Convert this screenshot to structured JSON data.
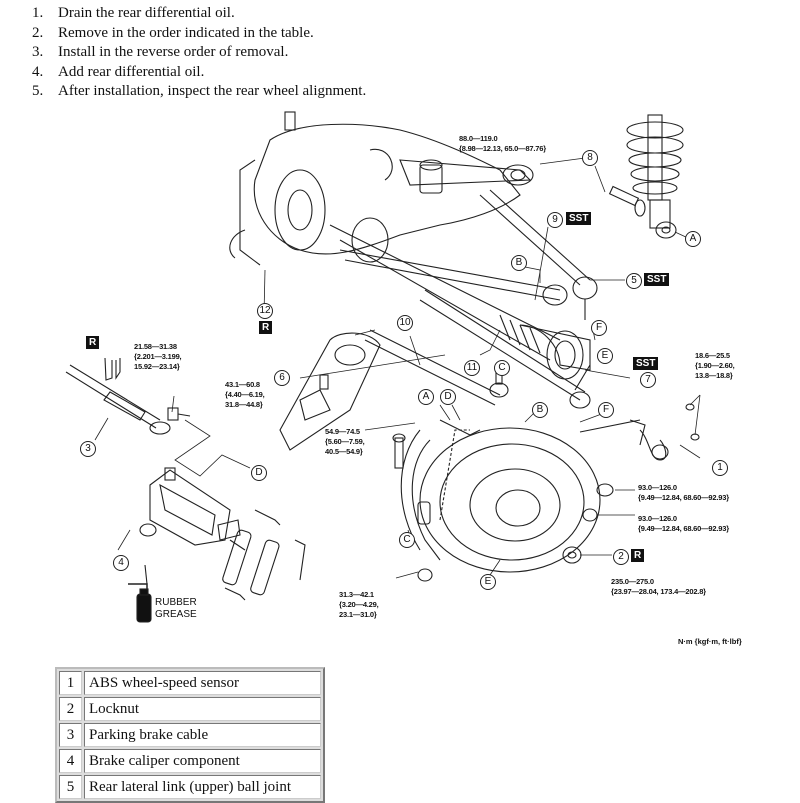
{
  "instructions": [
    {
      "num": "1.",
      "text": "Drain the rear differential oil."
    },
    {
      "num": "2.",
      "text": "Remove in the order indicated in the table."
    },
    {
      "num": "3.",
      "text": "Install in the reverse order of removal."
    },
    {
      "num": "4.",
      "text": "Add rear differential oil."
    },
    {
      "num": "5.",
      "text": "After installation, inspect the rear wheel alignment."
    }
  ],
  "diagram": {
    "torque_labels": {
      "t8": "88.0—119.0\n{8.98—12.13, 65.0—87.76}",
      "t_cable_bolt": "21.58—31.38\n{2.201—3.199,\n15.92—23.14}",
      "t6": "43.1—60.8\n{4.40—6.19,\n31.8—44.8}",
      "t_knuckle": "54.9—74.5\n{5.60—7.59,\n40.5—54.9}",
      "t_sensor": "18.6—25.5\n{1.90—2.60,\n13.8—18.8}",
      "t_nut_a": "93.0—126.0\n{9.49—12.84, 68.60—92.93}",
      "t_nut_b": "93.0—126.0\n{9.49—12.84, 68.60—92.93}",
      "t2": "235.0—275.0\n{23.97—28.04, 173.4—202.8}",
      "t_lower": "31.3—42.1\n{3.20—4.29,\n23.1—31.0}"
    },
    "callouts": {
      "c1": "1",
      "c2": "2",
      "c3": "3",
      "c4": "4",
      "c5": "5",
      "c6": "6",
      "c7": "7",
      "c8": "8",
      "c9": "9",
      "c10": "10",
      "c11": "11",
      "c12": "12",
      "A1": "A",
      "A2": "A",
      "B1": "B",
      "B2": "B",
      "C1": "C",
      "C2": "C",
      "D1": "D",
      "D2": "D",
      "E1": "E",
      "E2": "E",
      "F1": "F",
      "F2": "F"
    },
    "tags": {
      "sst": "SST",
      "r": "R"
    },
    "grease_label": "RUBBER\nGREASE",
    "units_label": "N·m {kgf·m, ft·lbf}"
  },
  "parts_table": [
    {
      "num": "1",
      "desc": "ABS wheel-speed sensor"
    },
    {
      "num": "2",
      "desc": "Locknut"
    },
    {
      "num": "3",
      "desc": "Parking brake cable"
    },
    {
      "num": "4",
      "desc": "Brake caliper component"
    },
    {
      "num": "5",
      "desc": "Rear lateral link (upper) ball joint"
    }
  ]
}
